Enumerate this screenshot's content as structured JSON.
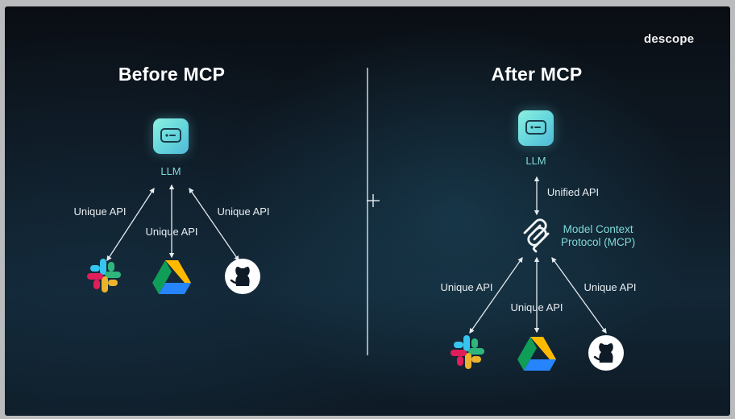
{
  "brand": {
    "logo": "descope"
  },
  "before": {
    "title": "Before MCP",
    "llm_label": "LLM",
    "api_labels": [
      "Unique API",
      "Unique API",
      "Unique API"
    ],
    "services": [
      {
        "icon": "slack-icon"
      },
      {
        "icon": "google-drive-icon"
      },
      {
        "icon": "github-icon"
      }
    ]
  },
  "after": {
    "title": "After MCP",
    "llm_label": "LLM",
    "unified_label": "Unified API",
    "mcp_label_line1": "Model Context",
    "mcp_label_line2": "Protocol (MCP)",
    "api_labels": [
      "Unique API",
      "Unique API",
      "Unique API"
    ],
    "services": [
      {
        "icon": "slack-icon"
      },
      {
        "icon": "google-drive-icon"
      },
      {
        "icon": "github-icon"
      }
    ]
  },
  "colors": {
    "accent_teal": "#7fdad9",
    "arrow": "#e6ebef",
    "divider": "#cfd6dc"
  }
}
